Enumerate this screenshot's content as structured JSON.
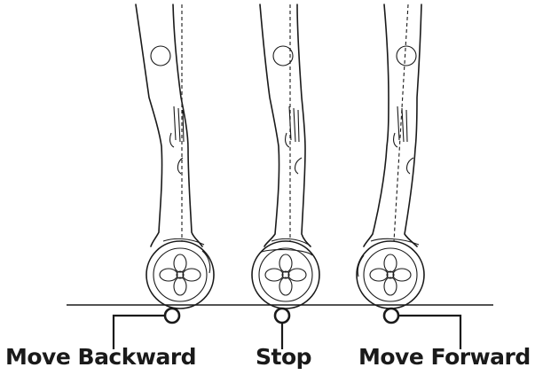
{
  "labels": {
    "backward": "Move Backward",
    "stop": "Stop",
    "forward": "Move Forward"
  },
  "colors": {
    "ink": "#1a1a1a",
    "background": "#ffffff"
  }
}
